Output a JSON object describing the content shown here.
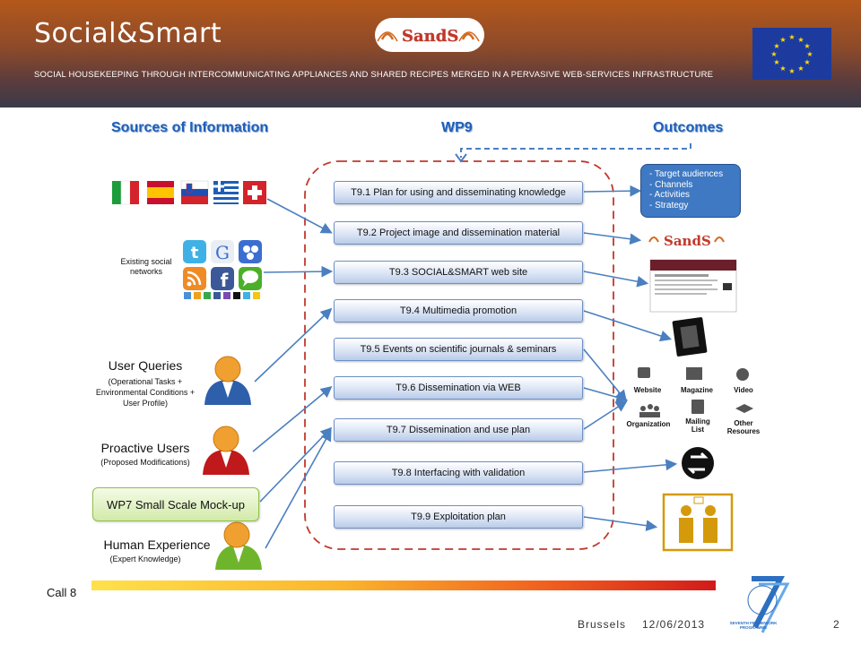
{
  "header": {
    "title": "Social&Smart",
    "subtitle": "SOCIAL HOUSEKEEPING THROUGH INTERCOMMUNICATING APPLIANCES AND SHARED RECIPES MERGED IN A PERVASIVE WEB-SERVICES INFRASTRUCTURE",
    "logo_text": "SandS"
  },
  "columns": {
    "sources": "Sources of Information",
    "wp": "WP9",
    "outcomes": "Outcomes"
  },
  "sources": {
    "social_networks_label": "Existing social networks",
    "user_queries": "User Queries",
    "user_queries_sub": "(Operational Tasks + Environmental Conditions + User Profile)",
    "proactive_users": "Proactive Users",
    "proactive_users_sub": "(Proposed Modifications)",
    "wp7": "WP7 Small Scale Mock-up",
    "human_experience": "Human Experience",
    "human_experience_sub": "(Expert Knowledge)"
  },
  "tasks": [
    "T9.1 Plan for using and disseminating knowledge",
    "T9.2 Project image and dissemination material",
    "T9.3 SOCIAL&SMART web site",
    "T9.4 Multimedia promotion",
    "T9.5 Events on scientific journals & seminars",
    "T9.6 Dissemination via WEB",
    "T9.7 Dissemination and use plan",
    "T9.8 Interfacing with validation",
    "T9.9 Exploitation plan"
  ],
  "outcome_box": [
    "- Target audiences",
    "- Channels",
    "- Activities",
    "- Strategy"
  ],
  "channels": {
    "website": "Website",
    "magazine": "Magazine",
    "video": "Video",
    "organization": "Organization",
    "mailing_list": "Mailing List",
    "other_resources": "Other Resoures"
  },
  "footer": {
    "call": "Call 8",
    "city": "Brussels",
    "date": "12/06/2013",
    "page": "2",
    "fp7_caption": "SEVENTH FRAMEWORK PROGRAMME"
  },
  "colors": {
    "accent_blue": "#1f5fb8",
    "arrow_blue": "#4a7fc0",
    "dashed_red": "#c0392b",
    "outcome_box": "#3f79c3"
  }
}
